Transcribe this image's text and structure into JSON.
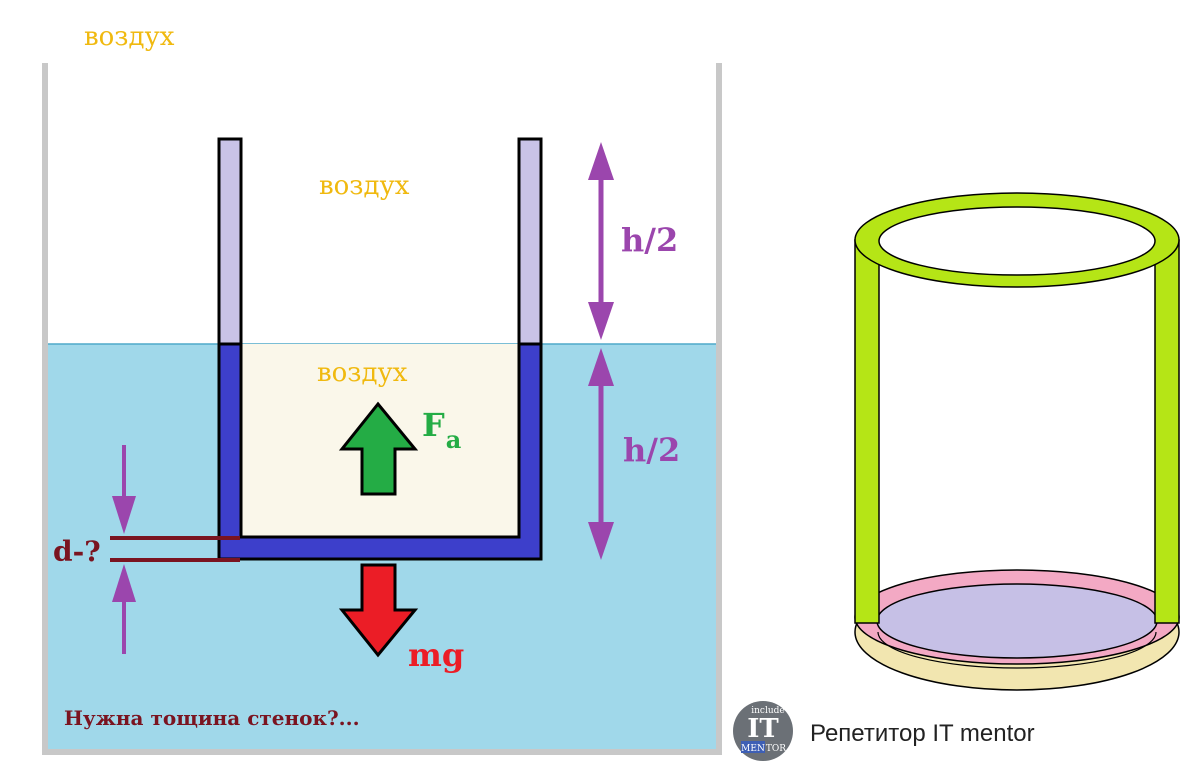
{
  "labels": {
    "air_outside": "воздух",
    "air_upper": "воздух",
    "air_lower": "воздух",
    "height_upper": "h/2",
    "height_lower": "h/2",
    "buoyancy_main": "F",
    "buoyancy_sub": "a",
    "gravity": "mg",
    "thickness": "d-?",
    "question": "Нужна тощина стенок?..."
  },
  "brand": {
    "logo_top": "include",
    "logo_mid": "IT",
    "logo_bottom_left": "MEN",
    "logo_bottom_right": "TOR",
    "name": "Репетитор IT mentor"
  },
  "colors": {
    "water": "#a0d8ea",
    "air_inside": "#faf7ea",
    "wall_above": "#c9c3e7",
    "wall_below": "#3d3fcb",
    "buoyancy": "#24ac45",
    "gravity": "#eb1d26",
    "dimension": "#9b46ad",
    "thickness": "#7a1420",
    "air_text": "#f0b90f",
    "cylinder_wall": "#b5e516",
    "cylinder_bottom_outer": "#f2e6b0",
    "cylinder_bottom_ring": "#f3a9c4",
    "cylinder_bottom_inner": "#c6c0e6"
  }
}
